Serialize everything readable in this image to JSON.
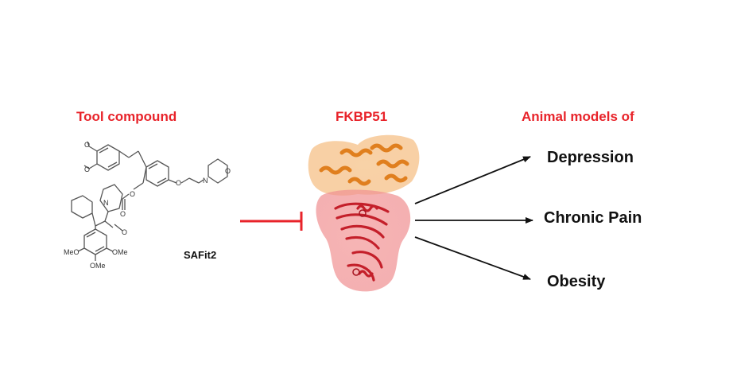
{
  "headings": {
    "tool_compound": "Tool compound",
    "target": "FKBP51",
    "animal_models": "Animal models of"
  },
  "compound": {
    "name": "SAFit2",
    "atom_labels": {
      "o": "O",
      "n": "N",
      "meo": "MeO",
      "ome": "OMe"
    }
  },
  "outcomes": [
    "Depression",
    "Chronic Pain",
    "Obesity"
  ],
  "colors": {
    "accent_red": "#e8232a",
    "protein_orange": "#e8892c",
    "protein_red": "#d9343c",
    "text_dark": "#111111"
  },
  "icons": {
    "inhibition": "inhibition-arrow-icon",
    "effect": "arrow-right-icon",
    "protein": "protein-structure-icon",
    "molecule": "chemical-structure-icon"
  }
}
